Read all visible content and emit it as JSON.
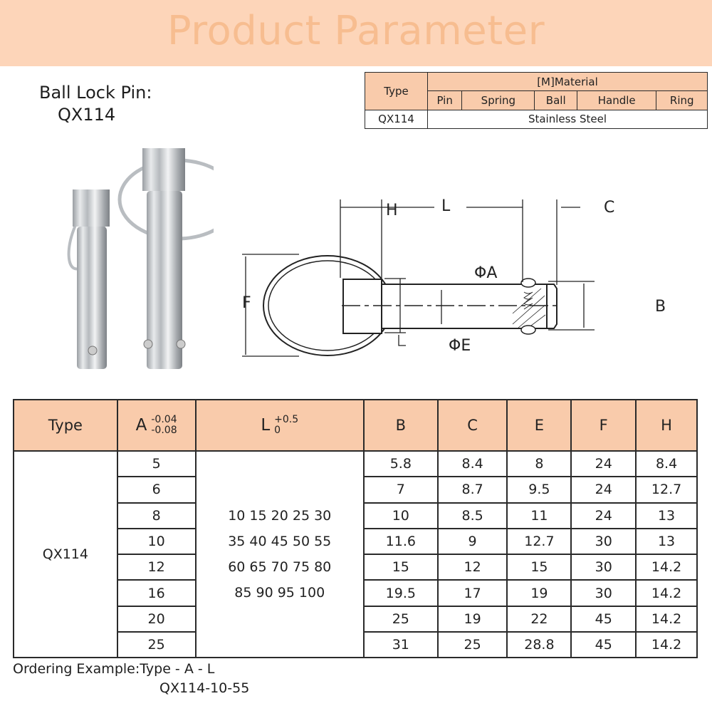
{
  "banner": {
    "title": "Product Parameter"
  },
  "product": {
    "label": "Ball Lock Pin:",
    "code": "QX114"
  },
  "material_table": {
    "type_header": "Type",
    "material_header": "[M]Material",
    "parts": [
      "Pin",
      "Spring",
      "Ball",
      "Handle",
      "Ring"
    ],
    "row": {
      "type": "QX114",
      "material": "Stainless Steel"
    }
  },
  "diagram": {
    "labels": {
      "H": "H",
      "L": "L",
      "C": "C",
      "F": "F",
      "A": "ΦA",
      "E": "ΦE",
      "B": "B"
    }
  },
  "colors": {
    "banner_bg": "#fdd5b9",
    "banner_text": "#f7bd90",
    "header_bg": "#f9cbab",
    "border": "#2a2a2a"
  },
  "spec_table": {
    "headers": {
      "type": "Type",
      "A": {
        "symbol": "A",
        "upper": "-0.04",
        "lower": "-0.08"
      },
      "L": {
        "symbol": "L",
        "upper": "+0.5",
        "lower": "0"
      },
      "B": "B",
      "C": "C",
      "E": "E",
      "F": "F",
      "H": "H"
    },
    "type_value": "QX114",
    "L_values": [
      "10 15 20 25 30",
      "35 40 45 50 55",
      "60 65 70 75 80",
      "85  90 95 100"
    ],
    "rows": [
      {
        "A": "5",
        "B": "5.8",
        "C": "8.4",
        "E": "8",
        "F": "24",
        "H": "8.4"
      },
      {
        "A": "6",
        "B": "7",
        "C": "8.7",
        "E": "9.5",
        "F": "24",
        "H": "12.7"
      },
      {
        "A": "8",
        "B": "10",
        "C": "8.5",
        "E": "11",
        "F": "24",
        "H": "13"
      },
      {
        "A": "10",
        "B": "11.6",
        "C": "9",
        "E": "12.7",
        "F": "30",
        "H": "13"
      },
      {
        "A": "12",
        "B": "15",
        "C": "12",
        "E": "15",
        "F": "30",
        "H": "14.2"
      },
      {
        "A": "16",
        "B": "19.5",
        "C": "17",
        "E": "19",
        "F": "30",
        "H": "14.2"
      },
      {
        "A": "20",
        "B": "25",
        "C": "19",
        "E": "22",
        "F": "45",
        "H": "14.2"
      },
      {
        "A": "25",
        "B": "31",
        "C": "25",
        "E": "28.8",
        "F": "45",
        "H": "14.2"
      }
    ]
  },
  "ordering": {
    "label": "Ordering  Example:Type - A - L",
    "example": "QX114-10-55"
  }
}
